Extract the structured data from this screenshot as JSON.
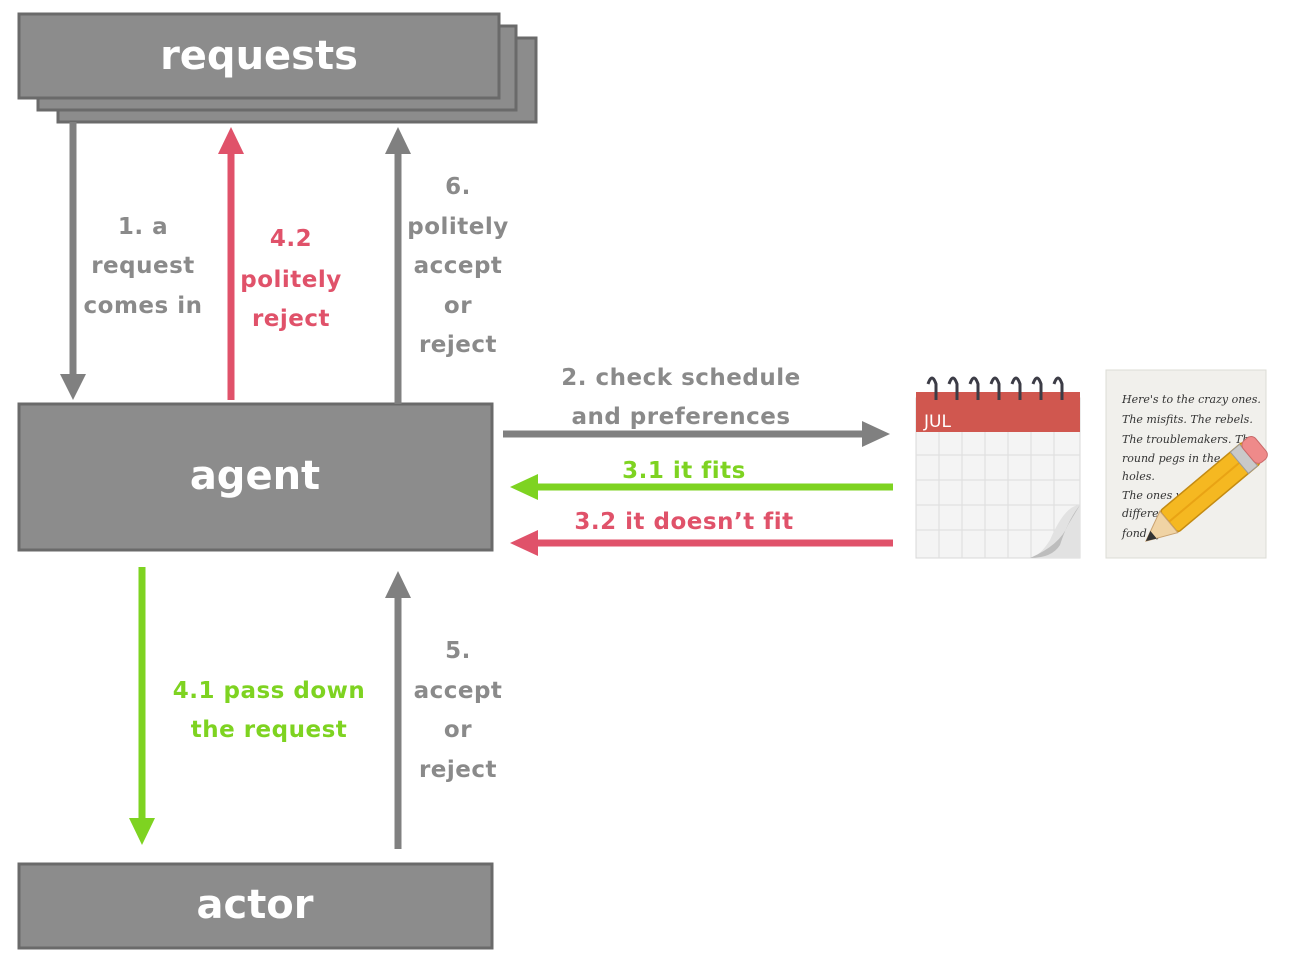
{
  "boxes": {
    "requests": "requests",
    "agent": "agent",
    "actor": "actor"
  },
  "labels": {
    "step1": [
      "1. a",
      "request",
      "comes in"
    ],
    "step4_2": [
      "4.2",
      "politely",
      "reject"
    ],
    "step6": [
      "6.",
      "politely",
      "accept",
      "or",
      "reject"
    ],
    "step2": [
      "2. check schedule",
      "and preferences"
    ],
    "step3_1": "3.1 it fits",
    "step3_2": "3.2 it doesn’t fit",
    "step4_1": [
      "4.1 pass down",
      "the request"
    ],
    "step5": [
      "5.",
      "accept",
      "or",
      "reject"
    ]
  },
  "icons": {
    "calendar": {
      "name": "calendar-icon",
      "month": "JUL"
    },
    "notes": {
      "name": "notes-pencil-icon",
      "lines": [
        "Here's to the crazy ones.",
        "The misfits. The rebels.",
        "The troublemakers. The",
        "round pegs in the",
        "holes.",
        "The ones wh",
        "differentl",
        "fond of"
      ]
    }
  },
  "colors": {
    "box": "#8c8c8c",
    "box_border": "#6a6a6a",
    "gray_arrow": "#808080",
    "green_arrow": "#7ed321",
    "red_arrow": "#e0526a",
    "gray_text": "#8a8a8a"
  }
}
